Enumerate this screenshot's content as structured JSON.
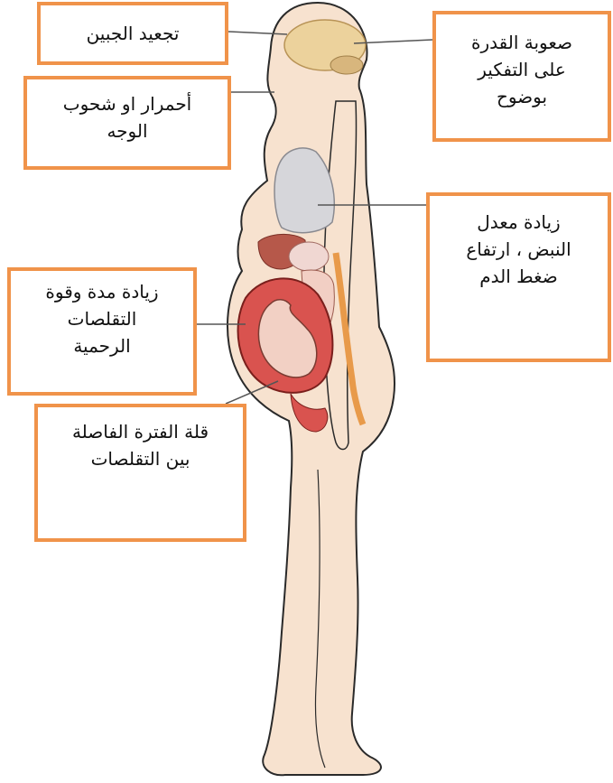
{
  "labels": {
    "frown": "تجعيد الجبين",
    "thinking": "صعوبة القدرة\nعلى التفكير\nبوضوح",
    "flush": "أحمرار او شحوب\nالوجه",
    "pulse": "زيادة معدل\nالنبض ، ارتفاع\nضغط الدم",
    "uterine": "زيادة مدة وقوة\nالتقلصات\nالرحمية",
    "interval": "قلة الفترة الفاصلة\nبين التقلصات"
  },
  "colors": {
    "box_border": "#f0934a",
    "skin": "#f7e2cf",
    "outline": "#2a2a2a",
    "brain": "#ecd29c",
    "lung": "#d6d6da",
    "uterus": "#d9534f",
    "fetus": "#f2d0c4"
  }
}
